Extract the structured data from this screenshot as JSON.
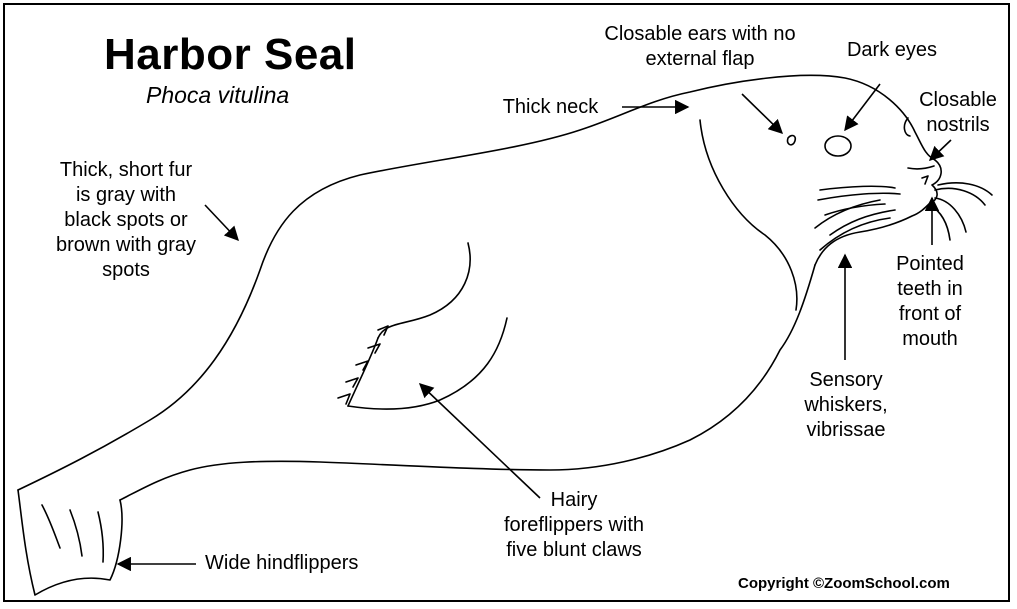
{
  "title": "Harbor Seal",
  "subtitle": "Phoca vitulina",
  "labels": {
    "fur": "Thick, short fur\nis gray with\nblack spots or\nbrown with gray\nspots",
    "neck": "Thick neck",
    "ears": "Closable ears with no\nexternal flap",
    "eyes": "Dark eyes",
    "nostrils": "Closable\nnostrils",
    "teeth": "Pointed\nteeth in\nfront of\nmouth",
    "whiskers": "Sensory\nwhiskers,\nvibrissae",
    "foreflippers": "Hairy\nforeflippers with\nfive blunt claws",
    "hindflippers": "Wide hindflippers"
  },
  "copyright": "Copyright ©ZoomSchool.com"
}
